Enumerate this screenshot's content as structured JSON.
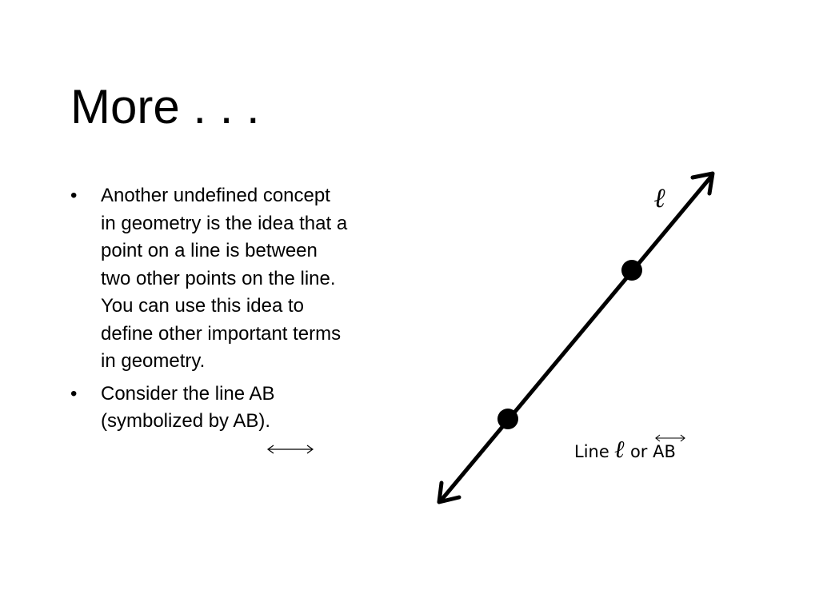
{
  "slide": {
    "title": "More . . .",
    "bullets": [
      {
        "marker": "•",
        "lines": [
          "Another undefined concept",
          "in geometry is the idea that a",
          "point on a line is between",
          "two other points on the line.",
          "You can use this idea to",
          "define other important terms",
          "in geometry."
        ]
      },
      {
        "marker": "•",
        "lines": [
          "Consider the line AB",
          "(symbolized by AB)."
        ]
      }
    ],
    "diagram": {
      "line_name": "ℓ",
      "caption_prefix": "Line ",
      "caption_symbol": "ℓ",
      "caption_or": " or ",
      "caption_ab": "AB"
    }
  }
}
